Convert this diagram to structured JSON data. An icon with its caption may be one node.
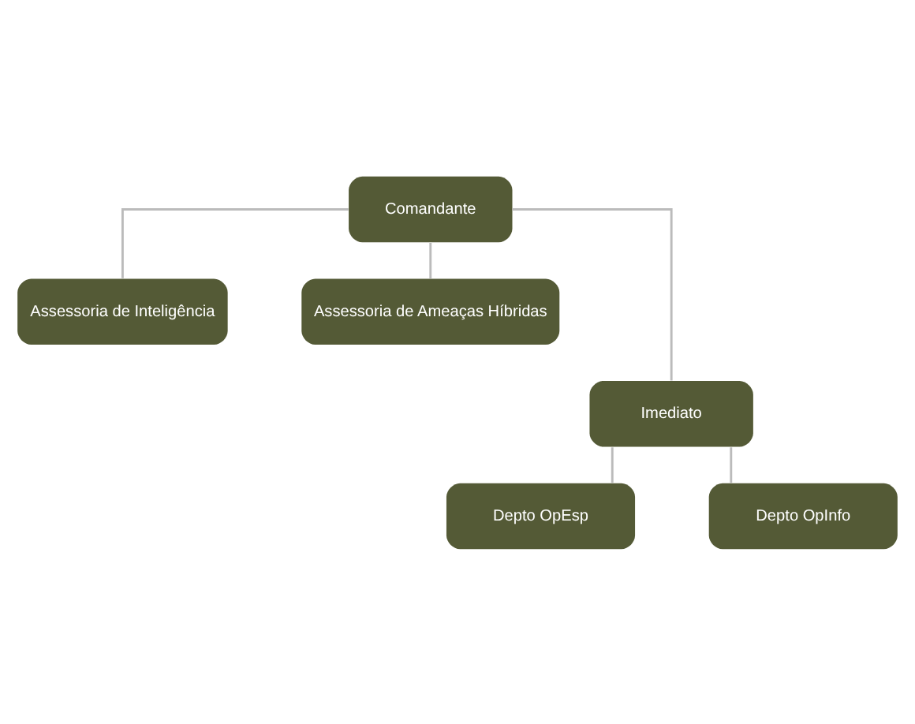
{
  "diagram": {
    "nodes": [
      {
        "text": [
          "Comandante"
        ]
      },
      {
        "text": [
          "Assessoria de Inteligência"
        ]
      },
      {
        "text": [
          "Assessoria de Ameaças Híbridas"
        ]
      },
      {
        "text": [
          "Imediato"
        ]
      },
      {
        "text": [
          "Depto OpEsp"
        ]
      },
      {
        "text": [
          "Depto OpInfo"
        ]
      }
    ],
    "edges": [
      {
        "from": 0,
        "to": 1,
        "arrow": "none"
      },
      {
        "from": 0,
        "to": 2,
        "arrow": "none"
      },
      {
        "from": 0,
        "to": 3,
        "arrow": "none"
      },
      {
        "from": 3,
        "to": 4,
        "arrow": "none"
      },
      {
        "from": 3,
        "to": 5,
        "arrow": "none"
      }
    ]
  }
}
